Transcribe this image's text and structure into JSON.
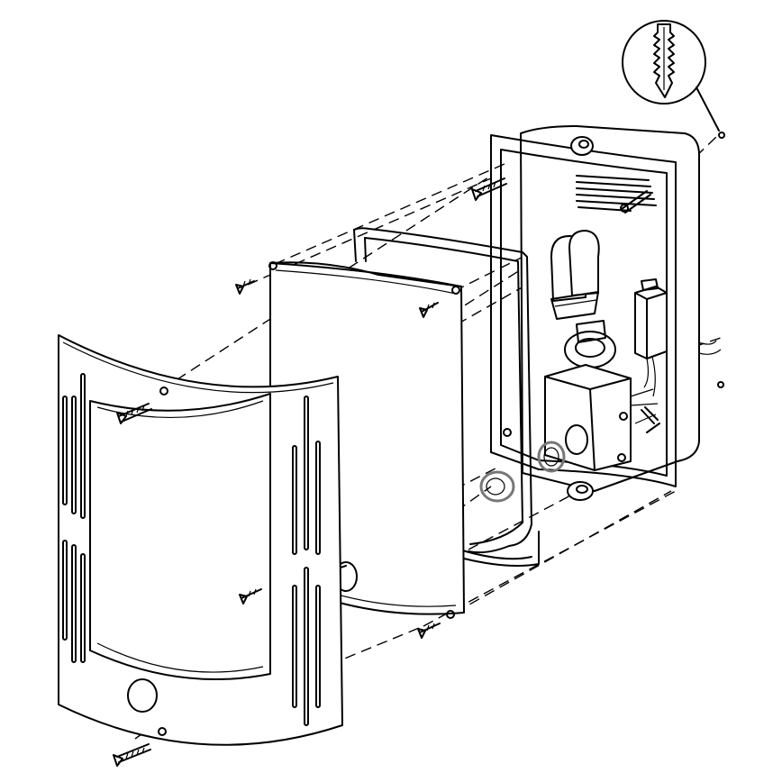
{
  "diagram": {
    "type": "exploded-assembly",
    "parts": [
      "wall-plug",
      "housing",
      "fixing-screw",
      "bulb",
      "lamp-holder",
      "terminal-box",
      "ballast",
      "wire-frame",
      "cable-grommet",
      "diffuser-panel",
      "front-cover",
      "cover-screw"
    ],
    "line_color": "#000000",
    "accent_gray": "#777777",
    "background": "#ffffff"
  }
}
